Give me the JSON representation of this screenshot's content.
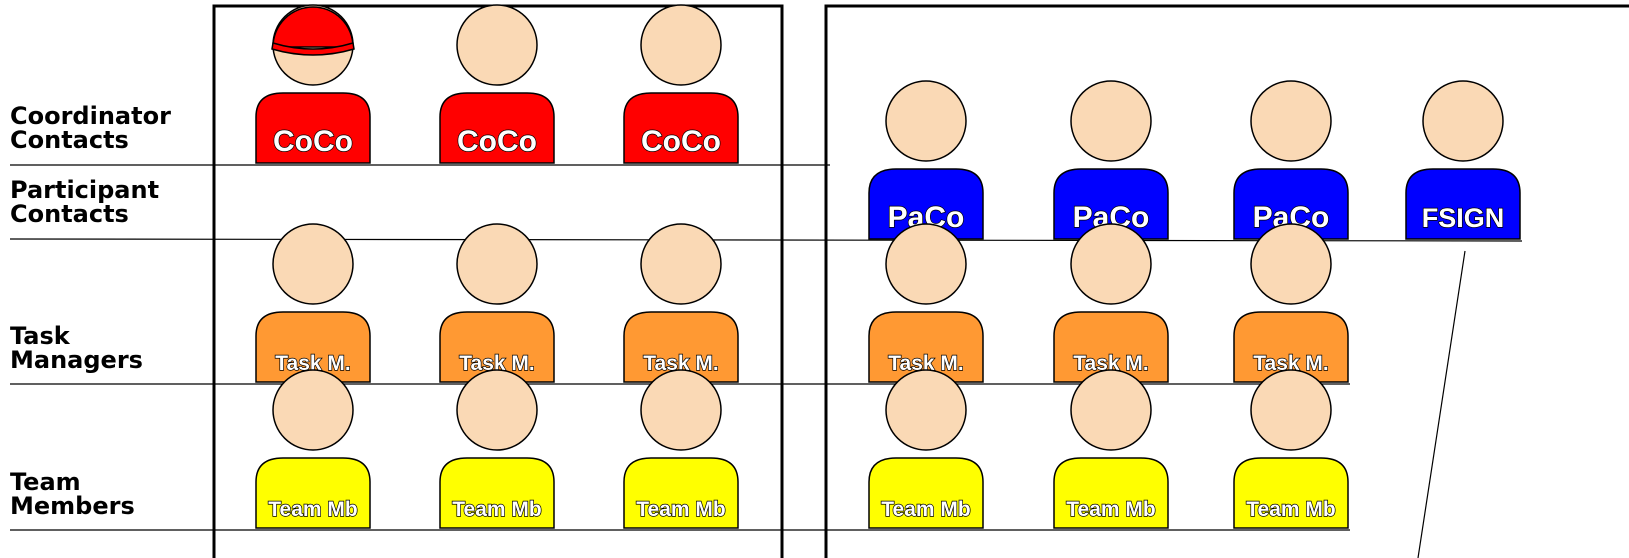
{
  "rows": {
    "coordinator": {
      "line1": "Coordinator",
      "line2": "Contacts"
    },
    "participant": {
      "line1": "Participant",
      "line2": "Contacts"
    },
    "task": {
      "line1": "Task",
      "line2": "Managers"
    },
    "team": {
      "line1": "Team",
      "line2": "Members"
    }
  },
  "roles": {
    "coco": {
      "label": "CoCo",
      "color": "#ff0000",
      "hat_color": "#ff0000"
    },
    "paco": {
      "label": "PaCo",
      "color": "#0000ff"
    },
    "fsign": {
      "label": "FSIGN",
      "color": "#0000ff"
    },
    "task": {
      "label": "Task M.",
      "color": "#ff9933"
    },
    "team": {
      "label": "Team Mb",
      "color": "#ffff00"
    }
  },
  "groups": [
    {
      "name": "coordinator",
      "members": [
        {
          "role": "coco",
          "hat": true
        },
        {
          "role": "coco",
          "hat": false
        },
        {
          "role": "coco",
          "hat": false
        },
        {
          "role": "task"
        },
        {
          "role": "task"
        },
        {
          "role": "task"
        },
        {
          "role": "team"
        },
        {
          "role": "team"
        },
        {
          "role": "team"
        }
      ]
    },
    {
      "name": "participant",
      "members": [
        {
          "role": "paco"
        },
        {
          "role": "paco"
        },
        {
          "role": "paco"
        },
        {
          "role": "fsign"
        },
        {
          "role": "task"
        },
        {
          "role": "task"
        },
        {
          "role": "task"
        },
        {
          "role": "team"
        },
        {
          "role": "team"
        },
        {
          "role": "team"
        }
      ]
    }
  ],
  "skin_color": "#fad9b5"
}
